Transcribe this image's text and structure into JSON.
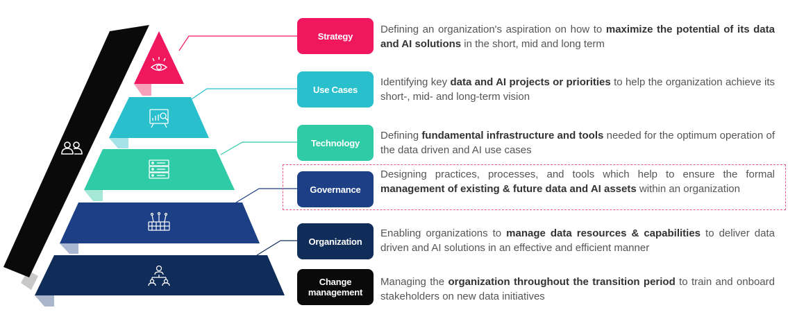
{
  "layers": [
    {
      "id": "strategy",
      "label": "Strategy",
      "color": "#f0175f",
      "shadow": "#f7a0bc",
      "icon": "eye-icon",
      "description": [
        {
          "text": "Defining an organization's aspiration on how to ",
          "bold": false
        },
        {
          "text": "maximize the potential of its data and AI solutions",
          "bold": true
        },
        {
          "text": " in the short, mid and long term",
          "bold": false
        }
      ]
    },
    {
      "id": "use-cases",
      "label": "Use Cases",
      "color": "#29bfcc",
      "shadow": "#a6e3e8",
      "icon": "analytics-board-icon",
      "description": [
        {
          "text": "Identifying key ",
          "bold": false
        },
        {
          "text": "data and AI projects or priorities",
          "bold": true
        },
        {
          "text": " to help the organization achieve its short-, mid- and long-term vision",
          "bold": false
        }
      ]
    },
    {
      "id": "technology",
      "label": "Technology",
      "color": "#2fcaa6",
      "shadow": "#a6e8d6",
      "icon": "server-icon",
      "description": [
        {
          "text": "Defining ",
          "bold": false
        },
        {
          "text": "fundamental infrastructure and tools",
          "bold": true
        },
        {
          "text": " needed for the optimum operation of the data driven and AI use cases",
          "bold": false
        }
      ]
    },
    {
      "id": "governance",
      "label": "Governance",
      "color": "#1c3f85",
      "shadow": "#a9b7d2",
      "icon": "data-structure-icon",
      "highlighted": true,
      "description": [
        {
          "text": "Designing practices, processes, and tools which help to ensure the formal ",
          "bold": false
        },
        {
          "text": "management of existing & future data and AI assets",
          "bold": true
        },
        {
          "text": " within an organization",
          "bold": false
        }
      ]
    },
    {
      "id": "organization",
      "label": "Organization",
      "color": "#102c58",
      "shadow": "#a9b6cc",
      "icon": "org-chart-icon",
      "description": [
        {
          "text": "Enabling organizations to ",
          "bold": false
        },
        {
          "text": "manage data resources & capabilities",
          "bold": true
        },
        {
          "text": " to deliver data driven and AI solutions in an effective and efficient manner",
          "bold": false
        }
      ]
    },
    {
      "id": "change-management",
      "label": "Change management",
      "color": "#0a0a0a",
      "shadow": "#bcbcbc",
      "icon": "people-icon",
      "description": [
        {
          "text": "Managing the ",
          "bold": false
        },
        {
          "text": "organization throughout the transition period",
          "bold": true
        },
        {
          "text": " to train and onboard stakeholders on new data initiatives",
          "bold": false
        }
      ]
    }
  ],
  "colors": {
    "text": "#555555",
    "text_bold": "#333333",
    "highlight_border": "#e8597f"
  }
}
